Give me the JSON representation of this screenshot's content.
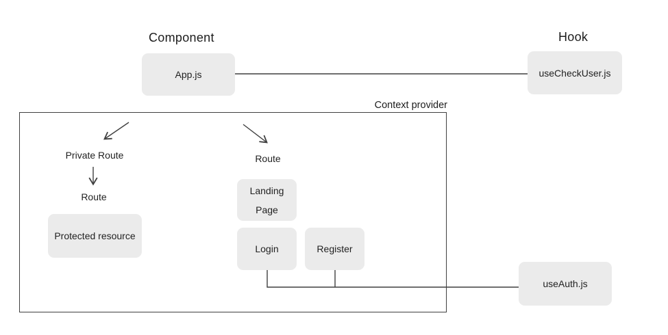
{
  "headings": {
    "component": "Component",
    "hook": "Hook"
  },
  "context_provider": {
    "label": "Context provider"
  },
  "nodes": {
    "app": {
      "label": "App.js"
    },
    "use_check_user": {
      "label": "useCheckUser.js"
    },
    "use_auth": {
      "label": "useAuth.js"
    },
    "protected_resource": {
      "label": "Protected resource"
    },
    "landing_page": {
      "line1": "Landing",
      "line2": "Page"
    },
    "login": {
      "label": "Login"
    },
    "register": {
      "label": "Register"
    }
  },
  "flow_labels": {
    "private_route": "Private Route",
    "route_left": "Route",
    "route_right": "Route"
  },
  "edges": [
    {
      "from": "App.js",
      "to": "useCheckUser.js",
      "style": "plain-line"
    },
    {
      "from": "context-top",
      "to": "Private Route",
      "style": "arrow"
    },
    {
      "from": "Private Route",
      "to": "Route",
      "style": "arrow"
    },
    {
      "from": "context-top",
      "to": "Route",
      "style": "arrow"
    },
    {
      "from": "Login / Register",
      "to": "useAuth.js",
      "style": "plain-line"
    }
  ],
  "colors": {
    "background": "#ffffff",
    "node_background": "#ebebeb",
    "line": "#3f3f3f",
    "text": "#1f1f1f"
  }
}
